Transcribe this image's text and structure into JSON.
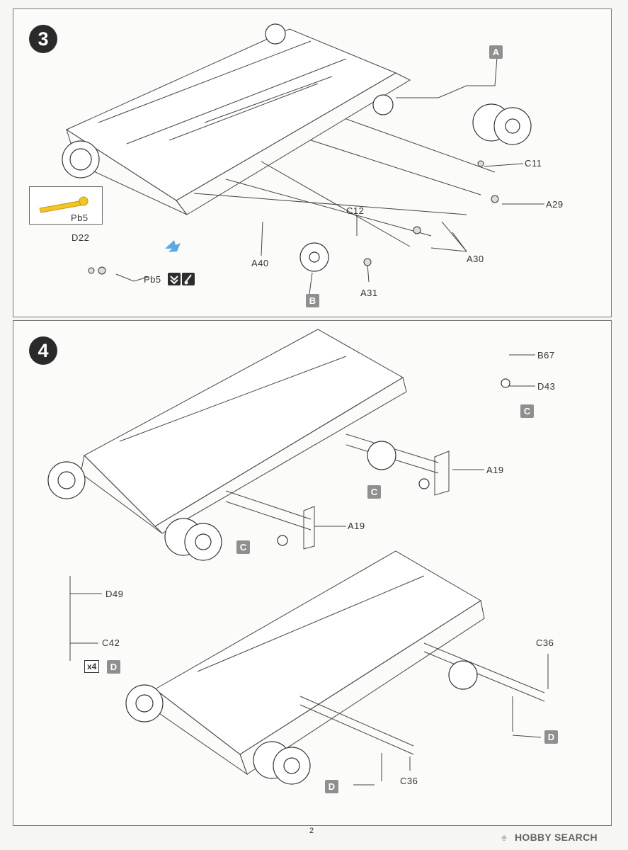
{
  "steps": [
    {
      "number": "3",
      "inset": {
        "part": "Pb5"
      },
      "labels": {
        "A": "A",
        "B": "B",
        "C11": "C11",
        "A29": "A29",
        "C12": "C12",
        "A30": "A30",
        "A31": "A31",
        "A40": "A40",
        "D22": "D22",
        "Pb5": "Pb5"
      }
    },
    {
      "number": "4",
      "labels": {
        "B67": "B67",
        "D43": "D43",
        "C": "C",
        "A19": "A19",
        "D49": "D49",
        "C42": "C42",
        "D": "D",
        "C36": "C36"
      },
      "multiplier": "x4"
    }
  ],
  "footer": {
    "page": "2",
    "watermark": "HOBBY SEARCH"
  },
  "colors": {
    "frame": "#777777",
    "badge": "#8f8f8f",
    "step_circle": "#2a2a2a",
    "arrow": "#5aa9e6",
    "pb5": "#f3c623"
  }
}
